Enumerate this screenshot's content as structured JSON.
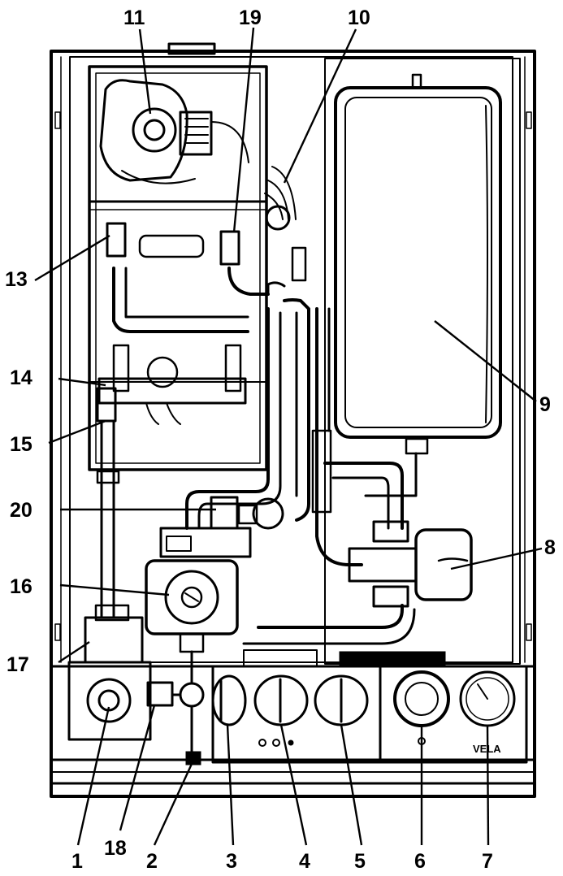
{
  "diagram": {
    "callouts": {
      "n1": "1",
      "n2": "2",
      "n3": "3",
      "n4": "4",
      "n5": "5",
      "n6": "6",
      "n7": "7",
      "n8": "8",
      "n9": "9",
      "n10": "10",
      "n11": "11",
      "n13": "13",
      "n14": "14",
      "n15": "15",
      "n16": "16",
      "n17": "17",
      "n18": "18",
      "n19": "19",
      "n20": "20"
    },
    "brand_mark": "VELA"
  }
}
